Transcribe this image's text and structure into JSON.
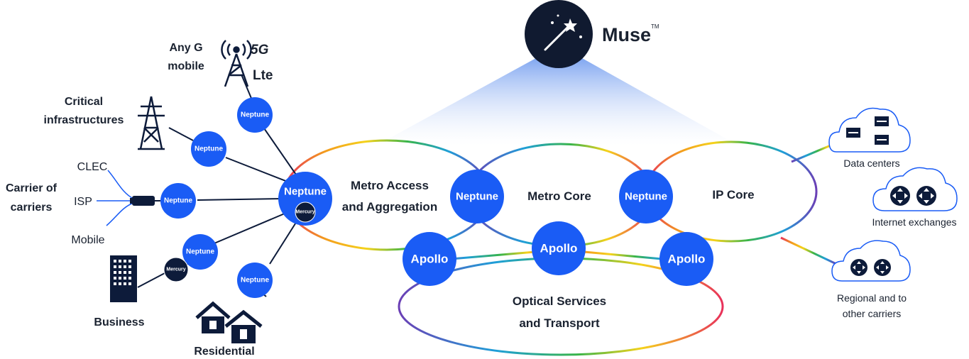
{
  "muse": {
    "name": "Muse",
    "tm": "TM"
  },
  "domains": {
    "metro_access": [
      "Metro Access",
      "and Aggregation"
    ],
    "metro_core": "Metro Core",
    "ip_core": "IP Core",
    "optical": [
      "Optical Services",
      "and Transport"
    ]
  },
  "node_labels": {
    "neptune": "Neptune",
    "apollo": "Apollo",
    "mercury": "Mercury"
  },
  "edge": {
    "any_g": [
      "Any G",
      "mobile"
    ],
    "badge_5g": "5G",
    "badge_lte": "Lte",
    "critical": [
      "Critical",
      "infrastructures"
    ],
    "carrier": [
      "Carrier of",
      "carriers"
    ],
    "carrier_sources": [
      "CLEC",
      "ISP",
      "Mobile"
    ],
    "business": "Business",
    "residential": "Residential"
  },
  "right": {
    "data_centers": "Data centers",
    "internet_exchanges": "Internet exchanges",
    "regional": [
      "Regional and to",
      "other carriers"
    ]
  },
  "colors": {
    "node_blue": "#1a5cf5",
    "node_dark": "#0d1b3a",
    "muse_circle": "#101a30",
    "line": "#0d1b3a",
    "cone_top": "#7aa2f0",
    "rainbow": [
      "#e8305a",
      "#f39c1d",
      "#f5d21b",
      "#37b44a",
      "#1f9fd8",
      "#6b3fb5"
    ]
  },
  "icons": [
    "magic-wand-icon",
    "cell-tower-icon",
    "transmission-tower-icon",
    "building-icon",
    "house-icon",
    "cloud-icon",
    "server-icon",
    "router-icon",
    "cable-connector-icon"
  ]
}
